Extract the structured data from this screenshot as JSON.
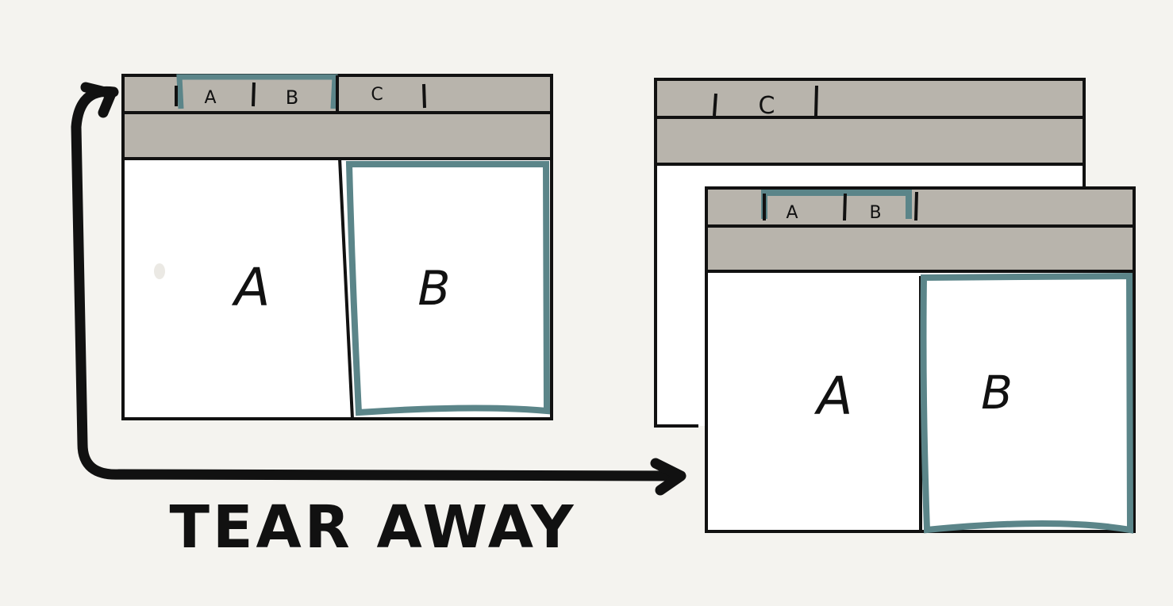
{
  "colors": {
    "background": "#f4f3ef",
    "bar": "#b8b4ac",
    "pane": "#ffffff",
    "ink": "#111111",
    "highlight": "#5b8589"
  },
  "left_window": {
    "tabs": [
      "A",
      "B",
      "C"
    ],
    "panes": [
      "A",
      "B"
    ]
  },
  "right_back_window": {
    "tabs": [
      "C"
    ]
  },
  "right_front_window": {
    "tabs": [
      "A",
      "B"
    ],
    "panes": [
      "A",
      "B"
    ]
  },
  "caption": "TEAR AWAY"
}
